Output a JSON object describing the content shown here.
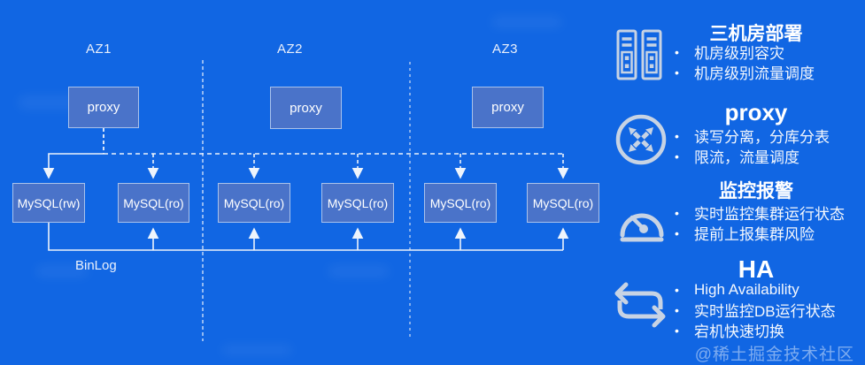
{
  "diagram": {
    "zones": [
      {
        "label": "AZ1"
      },
      {
        "label": "AZ2"
      },
      {
        "label": "AZ3"
      }
    ],
    "proxies": [
      {
        "label": "proxy"
      },
      {
        "label": "proxy"
      },
      {
        "label": "proxy"
      }
    ],
    "databases": [
      {
        "label": "MySQL(rw)"
      },
      {
        "label": "MySQL(ro)"
      },
      {
        "label": "MySQL(ro)"
      },
      {
        "label": "MySQL(ro)"
      },
      {
        "label": "MySQL(ro)"
      },
      {
        "label": "MySQL(ro)"
      }
    ],
    "binlog_label": "BinLog"
  },
  "features": [
    {
      "icon": "datacenter-icon",
      "title": "三机房部署",
      "bullets": [
        "机房级别容灾",
        "机房级别流量调度"
      ]
    },
    {
      "icon": "proxy-icon",
      "title": "proxy",
      "bullets": [
        "读写分离，分库分表",
        "限流，流量调度"
      ]
    },
    {
      "icon": "gauge-icon",
      "title": "监控报警",
      "bullets": [
        "实时监控集群运行状态",
        "提前上报集群风险"
      ]
    },
    {
      "icon": "ha-icon",
      "title": "HA",
      "bullets": [
        "High Availability",
        "实时监控DB运行状态",
        "宕机快速切换"
      ]
    }
  ],
  "watermark": "@稀土掘金技术社区",
  "colors": {
    "background": "#1166e3",
    "node_fill": "#4a73c9",
    "node_border": "#a9c2ec",
    "connector": "#ecf2fb",
    "icon": "#c7d3e4"
  }
}
